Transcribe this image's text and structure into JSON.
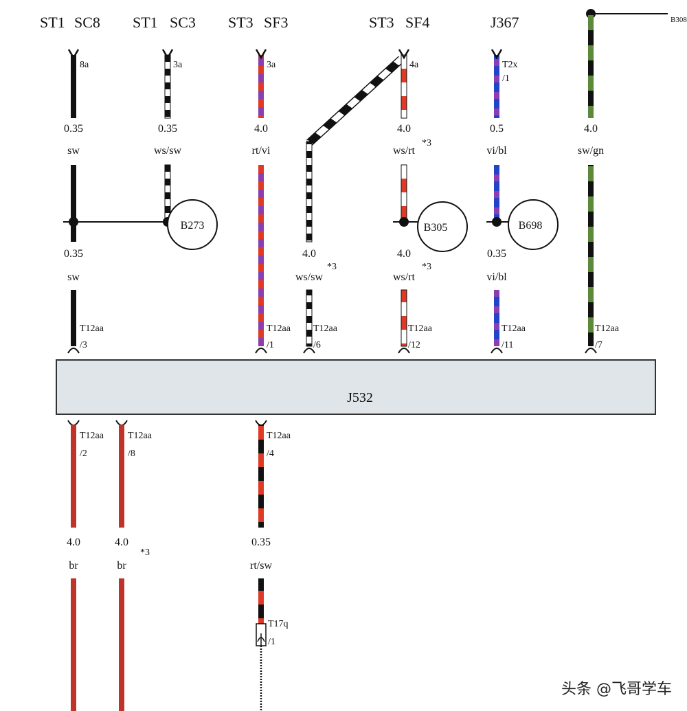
{
  "colors": {
    "sw": "#111111",
    "ws": "#ffffff",
    "rt": "#e03a26",
    "vi": "#8a3fb0",
    "bl": "#2344c8",
    "gn": "#5c8a3a",
    "br": "#c0332b",
    "module_fill": "#dfe5e9"
  },
  "top_labels": {
    "st1_a": "ST1",
    "sc8": "SC8",
    "st1_b": "ST1",
    "sc3": "SC3",
    "st3_a": "ST3",
    "sf3": "SF3",
    "st3_b": "ST3",
    "sf4": "SF4",
    "j367": "J367",
    "b308_edge": "B308"
  },
  "pins": {
    "p8a": "8a",
    "p3a_1": "3a",
    "p3a_2": "3a",
    "p4a": "4a",
    "t2x": "T2x",
    "t2x_pin": "/1",
    "t12aa_3": "T12aa",
    "t12aa_3_pin": "/3",
    "t12aa_1": "T12aa",
    "t12aa_1_pin": "/1",
    "t12aa_6": "T12aa",
    "t12aa_6_pin": "/6",
    "t12aa_12": "T12aa",
    "t12aa_12_pin": "/12",
    "t12aa_11": "T12aa",
    "t12aa_11_pin": "/11",
    "t12aa_7": "T12aa",
    "t12aa_7_pin": "/7",
    "t12aa_2": "T12aa",
    "t12aa_2_pin": "/2",
    "t12aa_8": "T12aa",
    "t12aa_8_pin": "/8",
    "t12aa_4": "T12aa",
    "t12aa_4_pin": "/4",
    "t17q": "T17q",
    "t17q_pin": "/1"
  },
  "wires": {
    "w1_size": "0.35",
    "w1_color": "sw",
    "w2_size": "0.35",
    "w2_color": "ws/sw",
    "w3_size": "4.0",
    "w3_color": "rt/vi",
    "w4_size": "4.0",
    "w4_color": "ws/rt",
    "w5_size": "0.5",
    "w5_color": "vi/bl",
    "w6_size": "4.0",
    "w6_color": "sw/gn",
    "w7_size": "0.35",
    "w7_color": "sw",
    "w8_size": "4.0",
    "w8_color": "ws/sw",
    "w9_size": "4.0",
    "w9_color": "ws/rt",
    "w10_size": "0.35",
    "w10_color": "vi/bl",
    "w11_size": "4.0",
    "w11_color": "br",
    "w12_size": "4.0",
    "w12_color": "br",
    "w13_size": "0.35",
    "w13_color": "rt/sw"
  },
  "notes": {
    "star_w4": "*3",
    "star_w8": "*3",
    "star_w9": "*3",
    "star_w12": "*3"
  },
  "nodes": {
    "b273": "B273",
    "b305": "B305",
    "b698": "B698"
  },
  "module": {
    "label": "J532"
  },
  "watermark": "头条 @飞哥学车"
}
